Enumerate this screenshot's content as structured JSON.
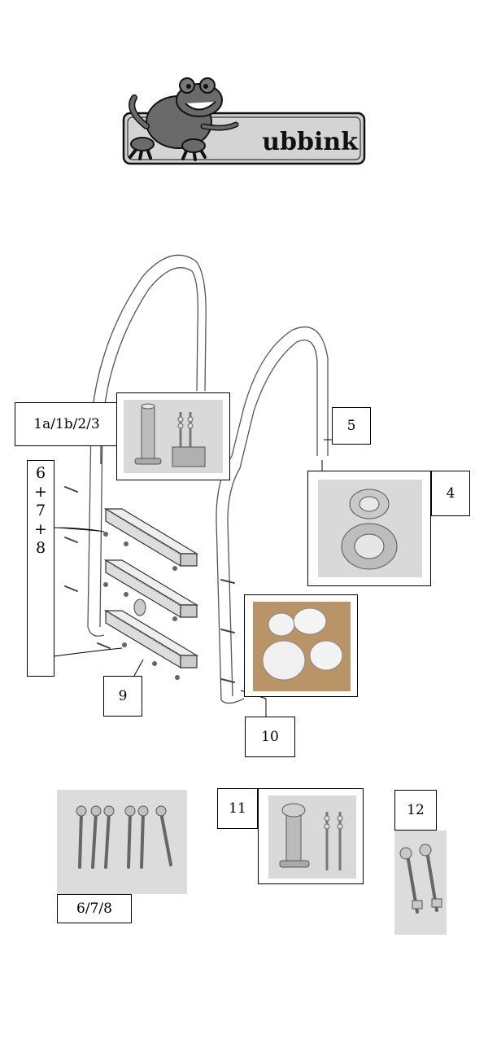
{
  "logo": {
    "brand_text": "ubbink",
    "icon": "frog-icon"
  },
  "labels": {
    "l_1a_1b_2_3": "1a/1b/2/3",
    "l_5": "5",
    "l_4": "4",
    "l_6_7_8_stack": [
      "6",
      "+",
      "7",
      "+",
      "8"
    ],
    "l_9": "9",
    "l_10": "10",
    "l_11": "11",
    "l_12": "12",
    "l_6_7_8": "6/7/8"
  },
  "colors": {
    "line": "#000000",
    "photo_bg": "#d6d6d6",
    "steel": "#b8b8b8",
    "plastic_white": "#f2f2f2",
    "box_brown": "#b08a5a"
  }
}
